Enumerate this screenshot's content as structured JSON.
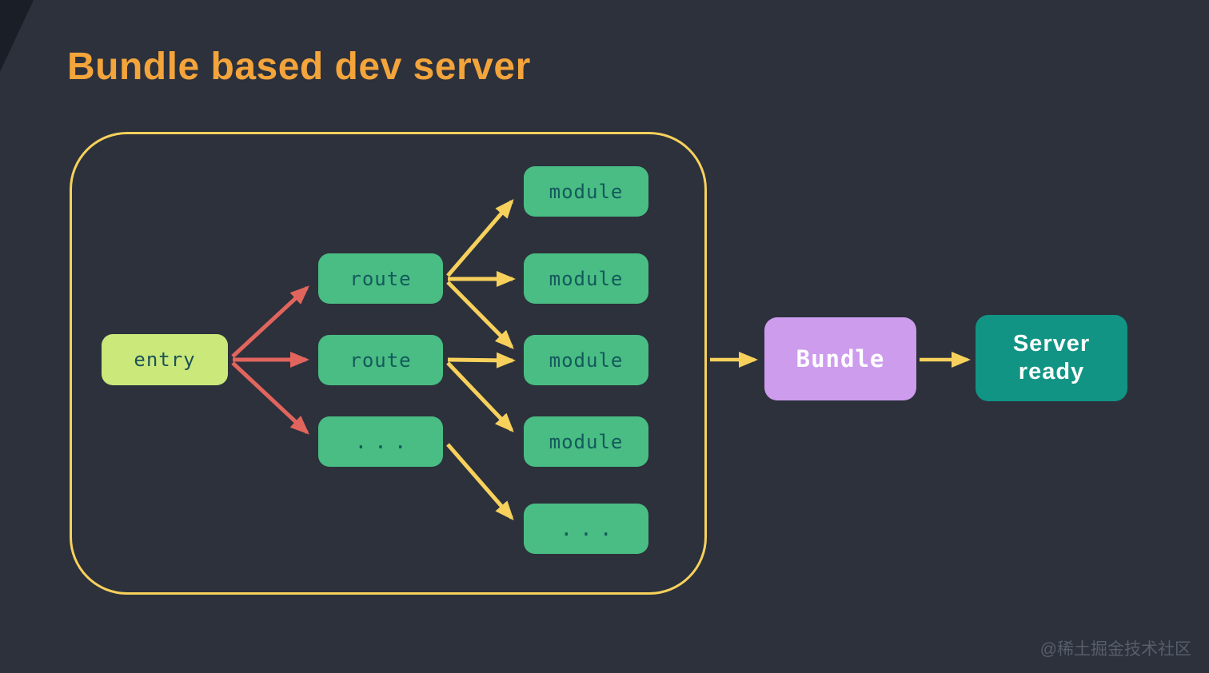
{
  "title": "Bundle based dev server",
  "watermark": "@稀土掘金技术社区",
  "colors": {
    "background": "#2c313c",
    "title": "#f3a43b",
    "container_border": "#f7d15c",
    "arrow_red": "#e2655d",
    "arrow_yellow": "#f7d15c",
    "node_green": "#49bd83",
    "node_entry_bg": "#cbe87b",
    "node_text_dark_teal": "#14595c",
    "node_bundle_bg": "#cd9ced",
    "node_server_bg": "#119484",
    "node_text_light": "#ffffff"
  },
  "nodes": {
    "entry": {
      "label": "entry"
    },
    "route1": {
      "label": "route"
    },
    "route2": {
      "label": "route"
    },
    "dots_left": {
      "label": "..."
    },
    "module1": {
      "label": "module"
    },
    "module2": {
      "label": "module"
    },
    "module3": {
      "label": "module"
    },
    "module4": {
      "label": "module"
    },
    "dots_right": {
      "label": "..."
    },
    "bundle": {
      "label": "Bundle"
    },
    "server_ready": {
      "label": "Server ready"
    }
  }
}
